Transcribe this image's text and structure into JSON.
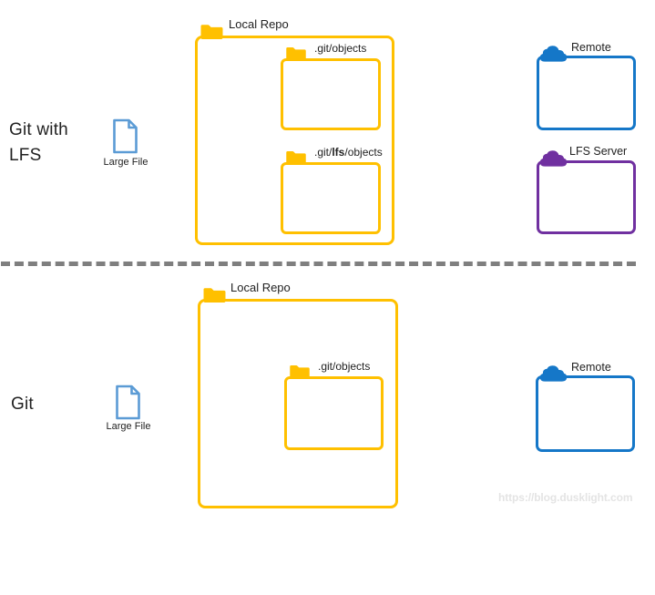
{
  "page": {
    "background": "#FFFFFF"
  },
  "colors": {
    "folder_yellow": "#FFC000",
    "remote_blue": "#1577C8",
    "lfs_purple": "#7030A0",
    "file_blue": "#5B9BD5",
    "text_dark": "#222222",
    "divider_gray": "#7F7F7F",
    "watermark_gray": "#E4E4E4"
  },
  "sections": {
    "git_with_lfs": {
      "title": "Git with LFS",
      "large_file": {
        "label": "Large File"
      },
      "local_repo": {
        "label": "Local Repo",
        "folders": {
          "git_objects": {
            "label": ".git/objects"
          },
          "git_lfs_objects": {
            "pre": ".git/",
            "bold": "lfs",
            "post": "/objects"
          }
        }
      },
      "remote": {
        "label": "Remote"
      },
      "lfs_server": {
        "label": "LFS Server"
      }
    },
    "git": {
      "title": "Git",
      "large_file": {
        "label": "Large File"
      },
      "local_repo": {
        "label": "Local Repo",
        "folders": {
          "git_objects": {
            "label": ".git/objects"
          }
        }
      },
      "remote": {
        "label": "Remote"
      }
    }
  },
  "watermark": "https://blog.dusklight.com"
}
